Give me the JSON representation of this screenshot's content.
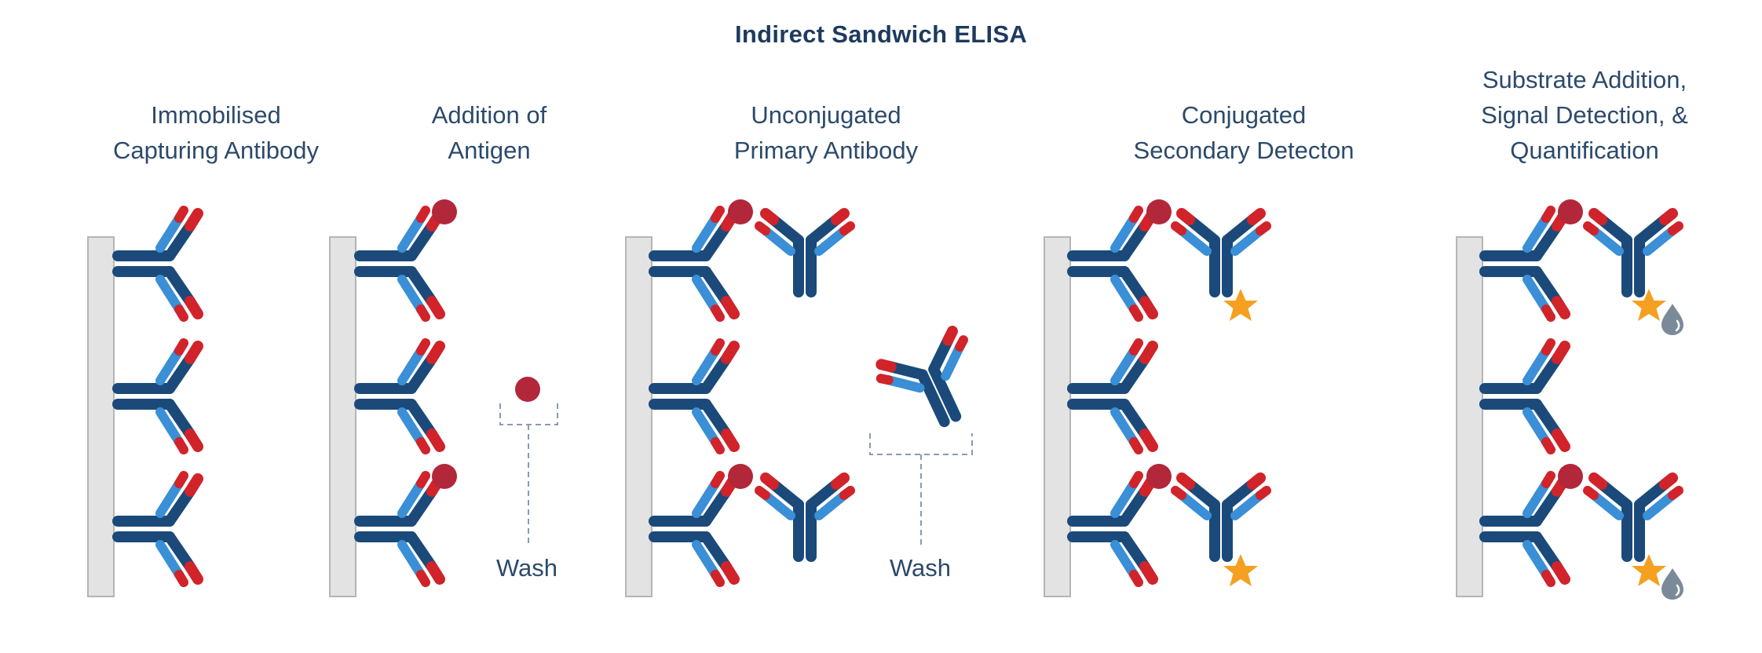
{
  "title": "Indirect Sandwich ELISA",
  "steps": [
    {
      "line1": "Immobilised",
      "line2": "Capturing Antibody"
    },
    {
      "line1": "Addition of",
      "line2": "Antigen"
    },
    {
      "line1": "Unconjugated",
      "line2": "Primary Antibody"
    },
    {
      "line1": "Conjugated",
      "line2": "Secondary Detecton"
    },
    {
      "line1": "Substrate Addition,",
      "line2": "Signal Detection, &",
      "line3": "Quantification"
    }
  ],
  "wash_labels": [
    "Wash",
    "Wash"
  ],
  "colors": {
    "antibody_dark": "#1b4a7a",
    "antibody_light": "#3a8fd6",
    "antibody_tip": "#d1232a",
    "antigen": "#b3273a",
    "plate": "#e3e3e3",
    "plate_border": "#b5b5b5",
    "star": "#f5a020",
    "droplet": "#7a8a99",
    "text": "#2c4a6b",
    "title": "#1e3a5f",
    "bracket": "#8a9bb0"
  },
  "icons": [
    "plate",
    "capture-antibody-icon",
    "antigen-icon",
    "primary-antibody-icon",
    "secondary-antibody-icon",
    "enzyme-star-icon",
    "substrate-droplet-icon"
  ]
}
